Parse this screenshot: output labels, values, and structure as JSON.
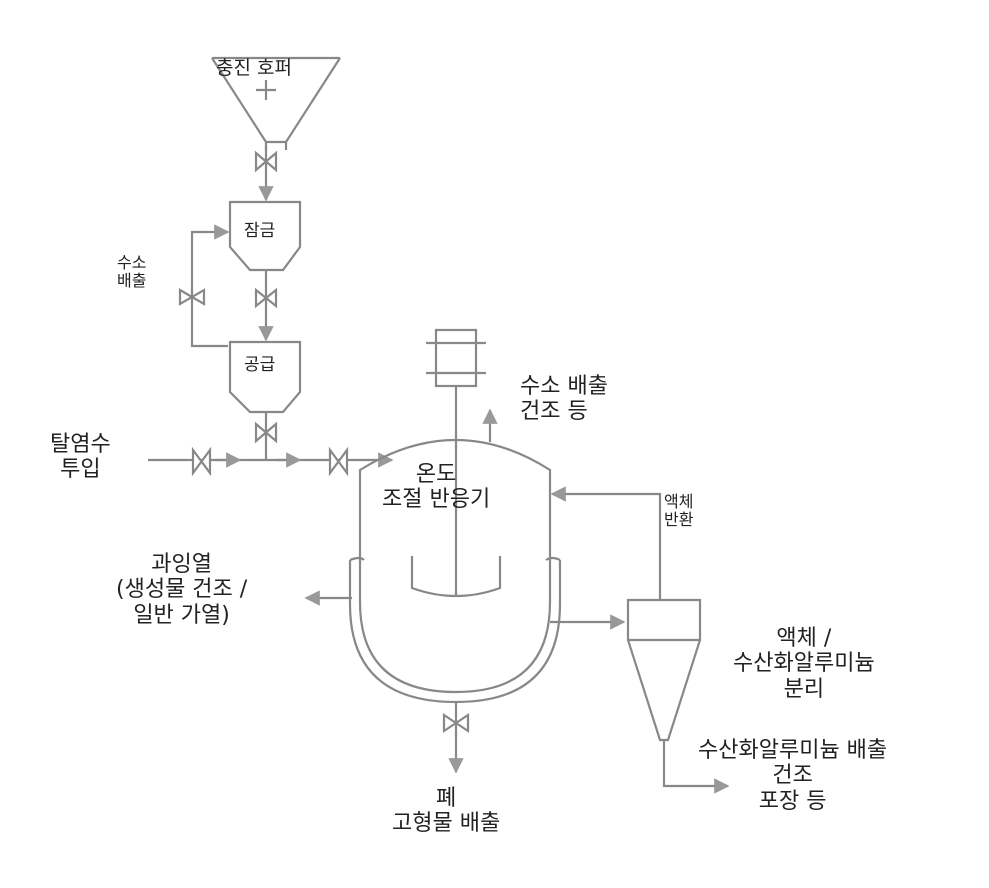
{
  "labels": {
    "hopper": "충진 호퍼",
    "lock_tank": "잠금",
    "supply_tank": "공급",
    "hydrogen_vent_left": [
      "수소",
      "배출"
    ],
    "demin_water": [
      "탈염수",
      "투입"
    ],
    "reactor": [
      "온도",
      "조절 반응기"
    ],
    "hydrogen_vent_right": [
      "수소 배출",
      "건조 등"
    ],
    "liquid_return": [
      "액체",
      "반환"
    ],
    "excess_heat": [
      "과잉열",
      "(생성물 건조 /",
      "일반 가열)"
    ],
    "separator": [
      "액체 /",
      "수산화알루미늄",
      "분리"
    ],
    "product_out": [
      "수산화알루미늄 배출",
      "건조",
      "포장 등"
    ],
    "waste_out": [
      "폐",
      "고형물 배출"
    ]
  },
  "colors": {
    "line": "#888888",
    "text": "#222222",
    "arrow": "#9a9a9a"
  }
}
